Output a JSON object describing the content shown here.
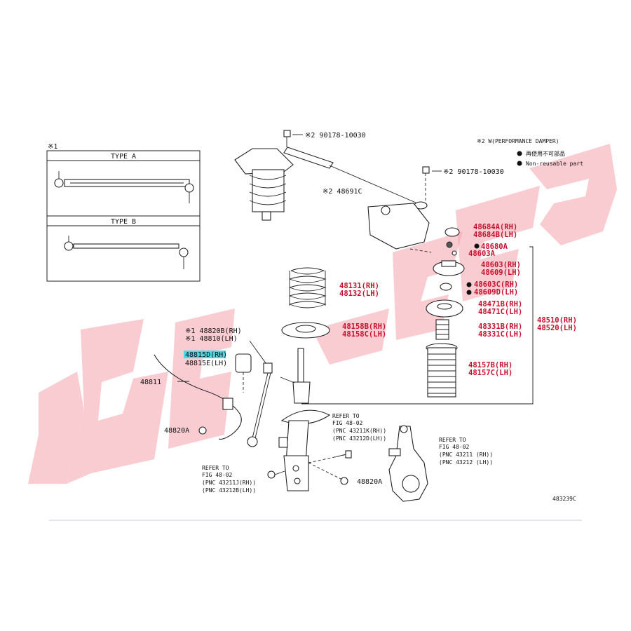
{
  "watermark": {
    "text": "ของแท้",
    "color": "#f08f9c"
  },
  "inset": {
    "note_mark": "※1",
    "type_a": "TYPE A",
    "type_b": "TYPE B"
  },
  "notes": {
    "performance_damper": "※2 W(PERFORMANCE DAMPER)",
    "reusable_jp": "再使用不可部品",
    "non_reusable": "Non-reusable part"
  },
  "bolts": {
    "top": "※2 90178-10030",
    "right": "※2 90178-10030"
  },
  "parts": {
    "strut_brace": "※2 48691C",
    "plate_rh": "48684A(RH)",
    "plate_lh": "48684B(LH)",
    "nut_48680a": "48680A",
    "washer_48603a": "48603A",
    "support_rh": "48603(RH)",
    "support_lh": "48609(LH)",
    "bearing_rh": "48603C(RH)",
    "bearing_lh": "48609D(LH)",
    "spring_rh": "48131(RH)",
    "spring_lh": "48132(LH)",
    "seat_upper_rh": "48471B(RH)",
    "seat_upper_lh": "48471C(LH)",
    "insulator_rh": "48158B(RH)",
    "insulator_lh": "48158C(LH)",
    "bumper_rh": "48331B(RH)",
    "bumper_lh": "48331C(LH)",
    "boot_rh": "48157B(RH)",
    "boot_lh": "48157C(LH)",
    "absorber_rh": "48510(RH)",
    "absorber_lh": "48520(LH)",
    "link_rh": "※1 48820B(RH)",
    "link_lh": "※1 48810(LH)",
    "bushing_rh": "48815D(RH)",
    "bushing_lh": "48815E(LH)",
    "stabilizer_bar": "48811",
    "nut_left": "48820A",
    "nut_bottom": "48820A"
  },
  "refs": {
    "ref_a_title": "REFER TO",
    "ref_a_fig": "FIG 48-02",
    "ref_a_pnc1": "(PNC 43211K(RH))",
    "ref_a_pnc2": "(PNC 43212D(LH))",
    "ref_b_title": "REFER TO",
    "ref_b_fig": "FIG 48-02",
    "ref_b_pnc1": "(PNC 43211 (RH))",
    "ref_b_pnc2": "(PNC 43212 (LH))",
    "ref_c_title": "REFER TO",
    "ref_c_fig": "FIG 48-02",
    "ref_c_pnc1": "(PNC 43211J(RH))",
    "ref_c_pnc2": "(PNC 43212B(LH))"
  },
  "figure_id": "483239C"
}
